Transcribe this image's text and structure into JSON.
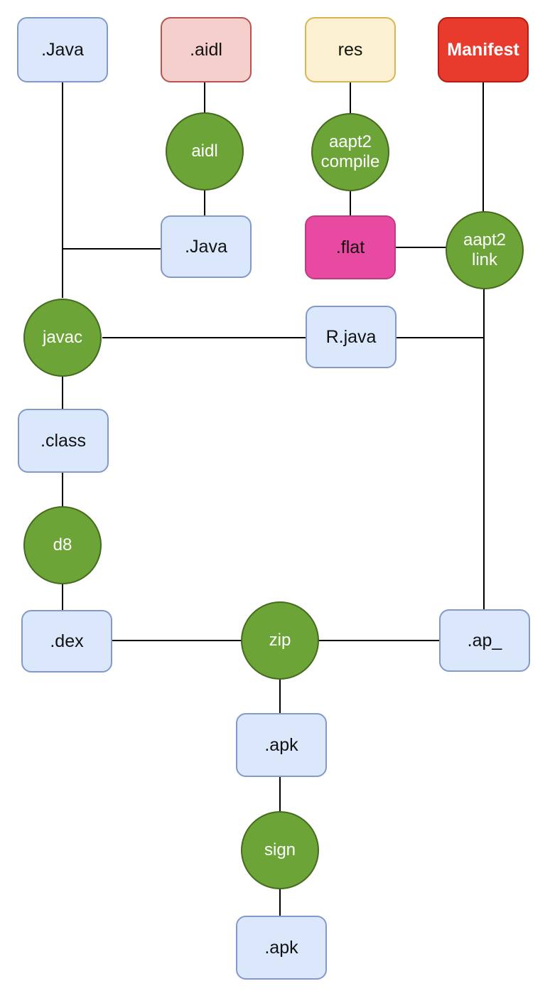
{
  "diagram": {
    "description": "Android APK build pipeline flowchart",
    "nodes": {
      "java_source": {
        "label": ".Java",
        "type": "artifact"
      },
      "aidl_file": {
        "label": ".aidl",
        "type": "artifact"
      },
      "res_dir": {
        "label": "res",
        "type": "artifact"
      },
      "manifest": {
        "label": "Manifest",
        "type": "artifact"
      },
      "aidl_tool": {
        "label": "aidl",
        "type": "tool"
      },
      "aapt2_compile": {
        "label": "aapt2\ncompile",
        "type": "tool"
      },
      "generated_java": {
        "label": ".Java",
        "type": "artifact"
      },
      "flat_file": {
        "label": ".flat",
        "type": "artifact"
      },
      "aapt2_link": {
        "label": "aapt2\nlink",
        "type": "tool"
      },
      "javac_tool": {
        "label": "javac",
        "type": "tool"
      },
      "r_java": {
        "label": "R.java",
        "type": "artifact"
      },
      "class_file": {
        "label": ".class",
        "type": "artifact"
      },
      "d8_tool": {
        "label": "d8",
        "type": "tool"
      },
      "dex_file": {
        "label": ".dex",
        "type": "artifact"
      },
      "zip_tool": {
        "label": "zip",
        "type": "tool"
      },
      "ap_file": {
        "label": ".ap_",
        "type": "artifact"
      },
      "unsigned_apk": {
        "label": ".apk",
        "type": "artifact"
      },
      "sign_tool": {
        "label": "sign",
        "type": "tool"
      },
      "signed_apk": {
        "label": ".apk",
        "type": "artifact"
      }
    },
    "edges": [
      {
        "from": "java_source",
        "to": "javac_tool"
      },
      {
        "from": "java_source",
        "to": "generated_java"
      },
      {
        "from": "aidl_file",
        "to": "aidl_tool"
      },
      {
        "from": "aidl_tool",
        "to": "generated_java"
      },
      {
        "from": "res_dir",
        "to": "aapt2_compile"
      },
      {
        "from": "aapt2_compile",
        "to": "flat_file"
      },
      {
        "from": "manifest",
        "to": "aapt2_link"
      },
      {
        "from": "flat_file",
        "to": "aapt2_link"
      },
      {
        "from": "javac_tool",
        "to": "r_java"
      },
      {
        "from": "r_java",
        "to": "aapt2_link"
      },
      {
        "from": "aapt2_link",
        "to": "ap_file"
      },
      {
        "from": "javac_tool",
        "to": "class_file"
      },
      {
        "from": "class_file",
        "to": "d8_tool"
      },
      {
        "from": "d8_tool",
        "to": "dex_file"
      },
      {
        "from": "dex_file",
        "to": "zip_tool"
      },
      {
        "from": "zip_tool",
        "to": "ap_file"
      },
      {
        "from": "zip_tool",
        "to": "unsigned_apk"
      },
      {
        "from": "unsigned_apk",
        "to": "sign_tool"
      },
      {
        "from": "sign_tool",
        "to": "signed_apk"
      }
    ]
  },
  "colors": {
    "file_blue_fill": "#dbe8fc",
    "file_blue_border": "#8499c7",
    "aidl_pink_fill": "#f4cfcc",
    "aidl_pink_border": "#b85450",
    "res_yellow_fill": "#fbf1d0",
    "res_yellow_border": "#d6b656",
    "manifest_red_fill": "#e83b2e",
    "manifest_red_border": "#b71c13",
    "flat_pink_fill": "#e74aa0",
    "flat_pink_border": "#c13b82",
    "tool_green_fill": "#6ca438",
    "tool_green_border": "#456b1e",
    "edge_color": "#000000",
    "box_text": "#111111",
    "circle_text": "#ffffff"
  }
}
